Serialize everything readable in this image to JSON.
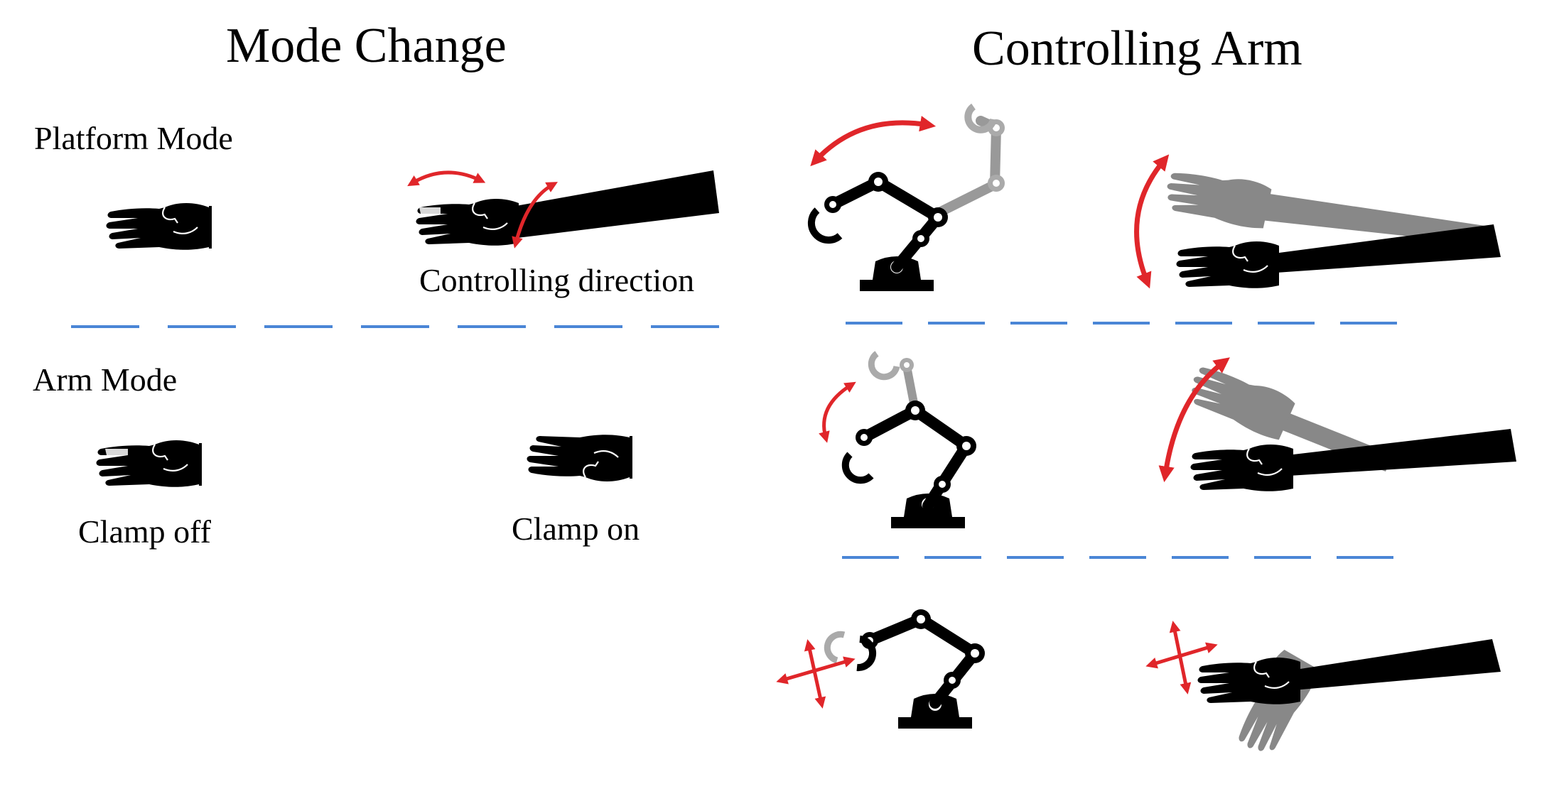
{
  "left_panel": {
    "title": "Mode Change",
    "platform_mode_label": "Platform Mode",
    "controlling_direction_caption": "Controlling direction",
    "arm_mode_label": "Arm Mode",
    "clamp_off_caption": "Clamp off",
    "clamp_on_caption": "Clamp on"
  },
  "right_panel": {
    "title": "Controlling Arm"
  },
  "colors": {
    "arrow": "#e0262a",
    "divider": "#4a86d6",
    "silhouette": "#000000",
    "ghost": "#8a8a8a"
  }
}
